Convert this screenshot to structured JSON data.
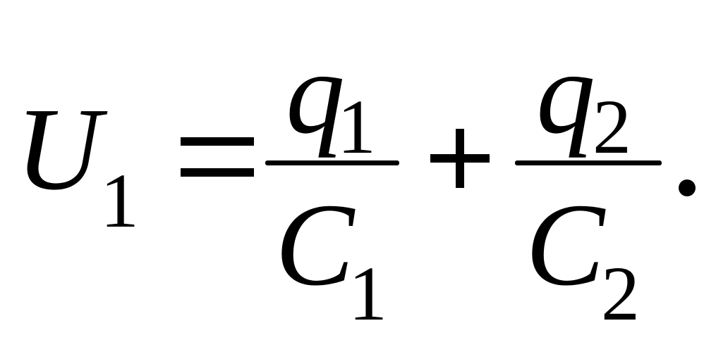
{
  "formula": {
    "lhs": {
      "symbol": "U",
      "subscript": "1"
    },
    "equals": "=",
    "term1": {
      "numerator": {
        "symbol": "q",
        "subscript": "1"
      },
      "denominator": {
        "symbol": "C",
        "subscript": "1"
      }
    },
    "plus": "+",
    "term2": {
      "numerator": {
        "symbol": "q",
        "subscript": "2"
      },
      "denominator": {
        "symbol": "C",
        "subscript": "2"
      }
    },
    "period": "."
  }
}
